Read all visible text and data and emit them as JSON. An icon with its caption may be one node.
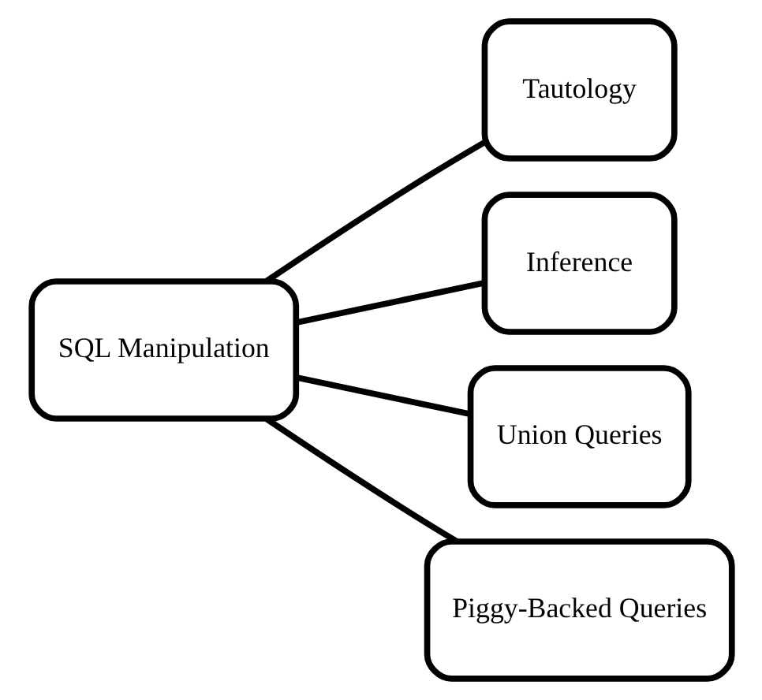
{
  "diagram": {
    "nodes": [
      {
        "text": [
          "SQL Manipulation"
        ]
      },
      {
        "text": [
          "Tautology"
        ]
      },
      {
        "text": [
          "Inference"
        ]
      },
      {
        "text": [
          "Union Queries"
        ]
      },
      {
        "text": [
          "Piggy-Backed Queries"
        ]
      }
    ],
    "edges": [
      {
        "from": 0,
        "to": 1,
        "arrow": "none"
      },
      {
        "from": 0,
        "to": 2,
        "arrow": "none"
      },
      {
        "from": 0,
        "to": 3,
        "arrow": "none"
      },
      {
        "from": 0,
        "to": 4,
        "arrow": "none"
      }
    ]
  }
}
